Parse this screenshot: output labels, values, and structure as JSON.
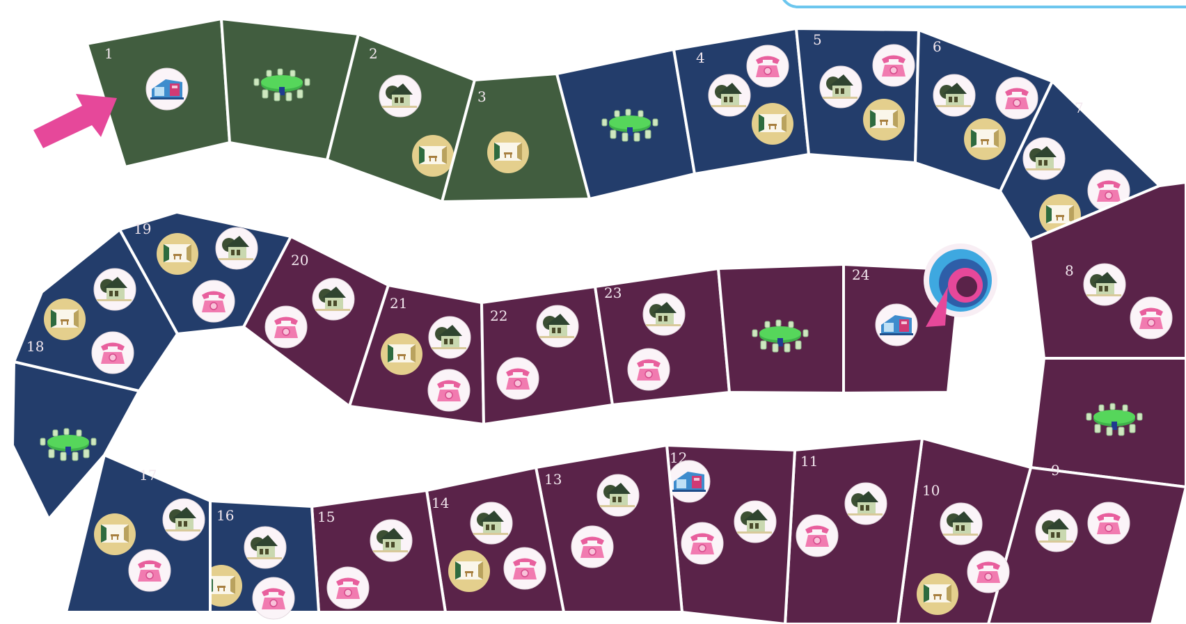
{
  "game": {
    "name": "board-game",
    "colors": {
      "green": "#415d3f",
      "blue": "#233d6b",
      "purple": "#5a2349",
      "badge_bg": "#fbf4f8",
      "badge_yellow": "#e4cf8d",
      "arrow": "#e6489a",
      "table": "#4fd155",
      "phone": "#f06aa5"
    },
    "icons": [
      "office-icon",
      "meeting-table-icon",
      "house-icon",
      "room-icon",
      "telephone-icon",
      "swirl-finish-icon",
      "start-arrow-icon"
    ],
    "tiles": [
      {
        "label": "1",
        "color": "green",
        "icons": [
          "office"
        ]
      },
      {
        "label": "",
        "color": "green",
        "icons": [
          "table"
        ]
      },
      {
        "label": "2",
        "color": "green",
        "icons": [
          "house",
          "room"
        ]
      },
      {
        "label": "3",
        "color": "green",
        "icons": [
          "room"
        ]
      },
      {
        "label": "",
        "color": "blue",
        "icons": [
          "table"
        ]
      },
      {
        "label": "4",
        "color": "blue",
        "icons": [
          "phone",
          "house",
          "room"
        ]
      },
      {
        "label": "5",
        "color": "blue",
        "icons": [
          "house",
          "phone",
          "room"
        ]
      },
      {
        "label": "6",
        "color": "blue",
        "icons": [
          "house",
          "phone",
          "room"
        ]
      },
      {
        "label": "7",
        "color": "blue",
        "icons": [
          "house",
          "phone",
          "room"
        ]
      },
      {
        "label": "8",
        "color": "purple",
        "icons": [
          "house",
          "phone"
        ]
      },
      {
        "label": "",
        "color": "purple",
        "icons": [
          "table"
        ]
      },
      {
        "label": "9",
        "color": "purple",
        "icons": [
          "house",
          "phone"
        ]
      },
      {
        "label": "10",
        "color": "purple",
        "icons": [
          "house",
          "room",
          "phone"
        ]
      },
      {
        "label": "11",
        "color": "purple",
        "icons": [
          "house",
          "phone"
        ]
      },
      {
        "label": "12",
        "color": "purple",
        "icons": [
          "office",
          "house",
          "phone"
        ]
      },
      {
        "label": "13",
        "color": "purple",
        "icons": [
          "house",
          "phone"
        ]
      },
      {
        "label": "14",
        "color": "purple",
        "icons": [
          "house",
          "room",
          "phone"
        ]
      },
      {
        "label": "15",
        "color": "purple",
        "icons": [
          "house",
          "phone"
        ]
      },
      {
        "label": "16",
        "color": "blue",
        "icons": [
          "house",
          "room",
          "phone"
        ]
      },
      {
        "label": "17",
        "color": "blue",
        "icons": [
          "house",
          "room",
          "phone"
        ]
      },
      {
        "label": "",
        "color": "blue",
        "icons": [
          "table"
        ]
      },
      {
        "label": "18",
        "color": "blue",
        "icons": [
          "house",
          "room",
          "phone"
        ]
      },
      {
        "label": "19",
        "color": "blue",
        "icons": [
          "room",
          "house",
          "phone"
        ]
      },
      {
        "label": "20",
        "color": "purple",
        "icons": [
          "house",
          "phone"
        ]
      },
      {
        "label": "21",
        "color": "purple",
        "icons": [
          "house",
          "room",
          "phone"
        ]
      },
      {
        "label": "22",
        "color": "purple",
        "icons": [
          "house",
          "phone"
        ]
      },
      {
        "label": "23",
        "color": "purple",
        "icons": [
          "house",
          "phone"
        ]
      },
      {
        "label": "",
        "color": "purple",
        "icons": [
          "table"
        ]
      },
      {
        "label": "24",
        "color": "purple",
        "icons": [
          "office"
        ]
      }
    ]
  }
}
